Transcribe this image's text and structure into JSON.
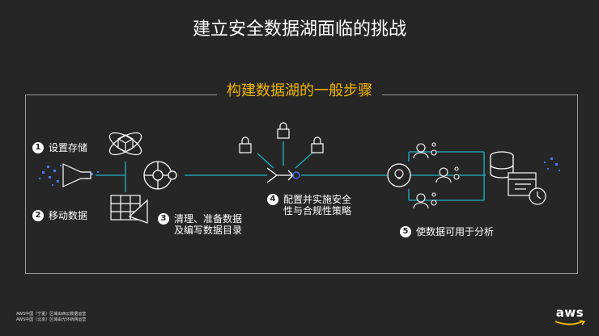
{
  "title": "建立安全数据湖面临的挑战",
  "subtitle": "构建数据湖的一般步骤",
  "steps": [
    {
      "num": "1",
      "label": "设置存储"
    },
    {
      "num": "2",
      "label": "移动数据"
    },
    {
      "num": "3",
      "label_line1": "清理、准备数据",
      "label_line2": "及编写数据目录"
    },
    {
      "num": "4",
      "label_line1": "配置并实施安全",
      "label_line2": "性与合规性策略"
    },
    {
      "num": "5",
      "label": "使数据可用于分析"
    }
  ],
  "footer": {
    "line1": "AWS中国（宁夏）区域由西云数据运营",
    "line2": "AWS中国（北京）区域由光环新网运营"
  },
  "logo": "aws",
  "colors": {
    "accent_title": "#f2b700",
    "line": "#21b3c6",
    "dots": "#4a78ff"
  }
}
